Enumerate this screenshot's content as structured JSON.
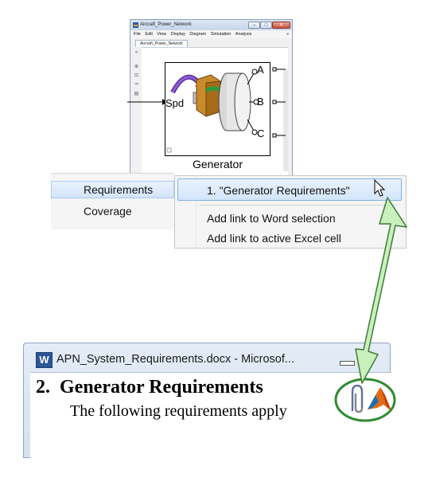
{
  "simulink": {
    "window_title": "Aircraft_Power_Network",
    "menu": [
      "File",
      "Edit",
      "View",
      "Display",
      "Diagram",
      "Simulation",
      "Analysis",
      "»"
    ],
    "tab": "Aircraft_Power_Network",
    "block_name": "Generator",
    "input_port": "Spd",
    "output_ports": [
      "A",
      "B",
      "C"
    ]
  },
  "context_menu": {
    "items": [
      "Requirements",
      "Coverage"
    ],
    "selected": "Requirements"
  },
  "submenu": {
    "items": [
      "1. \"Generator Requirements\"",
      "Add link to Word selection",
      "Add link to active Excel cell"
    ],
    "highlighted": "1. \"Generator Requirements\""
  },
  "word": {
    "window_title": "APN_System_Requirements.docx - Microsof...",
    "heading_number": "2.",
    "heading_text": "Generator Requirements",
    "body_text": "The following requirements apply"
  },
  "colors": {
    "arrow_fill": "#c8f0bc",
    "arrow_stroke": "#3f7a35",
    "callout_circle": "#2e8b2e",
    "menu_highlight": "#dbe9fb"
  },
  "icons": [
    "simulink-icon",
    "word-icon",
    "mouse-cursor-icon",
    "matlab-link-icon",
    "paperclip-icon"
  ]
}
